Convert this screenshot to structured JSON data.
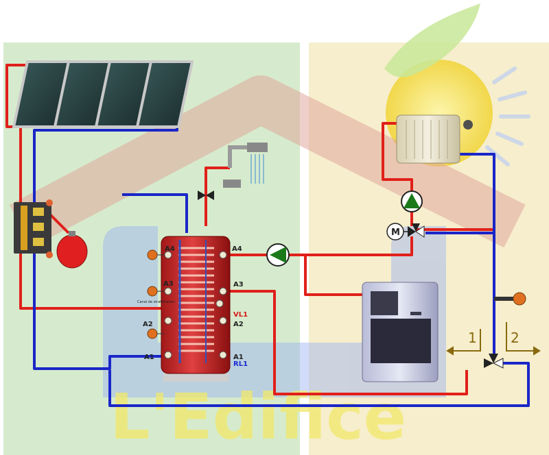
{
  "labels": {
    "a4_left": "A4",
    "a4_right": "A4",
    "a3_left": "A3",
    "a3_right": "A3",
    "a2_left": "A2",
    "a2_right": "A2",
    "a1_left": "A1",
    "a1_right": "A1",
    "vl1": "VL1",
    "rl1": "RL1",
    "canal": "Canal de stratification",
    "motor": "M",
    "arrow1": "1",
    "arrow2": "2",
    "watermark": "L'Edifice"
  },
  "colors": {
    "hot": "#e0201a",
    "cold": "#1a26c8",
    "left_zone": "#cfe8c4",
    "right_zone": "#f5ecc6",
    "roof": "#e8b8b0",
    "tank": "#cc2a2a",
    "expansion_vessel": "#e02020"
  },
  "components": [
    "solar-collector-panels",
    "solar-station",
    "expansion-vessel",
    "shower-head",
    "storage-tank",
    "circulation-pump",
    "radiator",
    "boiler",
    "motorized-mixing-valve",
    "three-way-valve",
    "sun",
    "leaf"
  ]
}
